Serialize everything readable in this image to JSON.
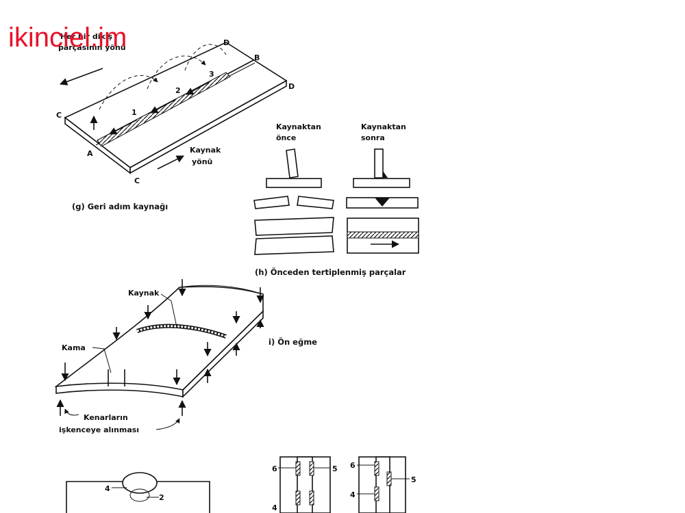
{
  "watermark": "ikinciel.im",
  "fig_g": {
    "direction_label_1": "Her bir dikiş",
    "direction_label_2": "parçasının yönü",
    "corner_c_top": "C",
    "corner_a": "A",
    "corner_c_bottom": "C",
    "corner_d_top": "D",
    "corner_b": "B",
    "corner_d_right": "D",
    "seg_1": "1",
    "seg_2": "2",
    "seg_3": "3",
    "weld_dir_1": "Kaynak",
    "weld_dir_2": "yönü",
    "caption": "(g) Geri adım kaynağı"
  },
  "fig_h": {
    "before_1": "Kaynaktan",
    "before_2": "önce",
    "after_1": "Kaynaktan",
    "after_2": "sonra",
    "caption": "(h) Önceden tertiplenmiş parçalar"
  },
  "fig_i": {
    "weld_label": "Kaynak",
    "wedge_label": "Kama",
    "clamp_label_1": "Kenarların",
    "clamp_label_2": "işkenceye alınması",
    "caption": "i) Ön eğme"
  },
  "fig_bottom": {
    "l_4": "4",
    "l_2": "2",
    "r_6a": "6",
    "r_5a": "5",
    "r_4a": "4",
    "r_6b": "6",
    "r_5b": "5",
    "r_4b": "4"
  }
}
